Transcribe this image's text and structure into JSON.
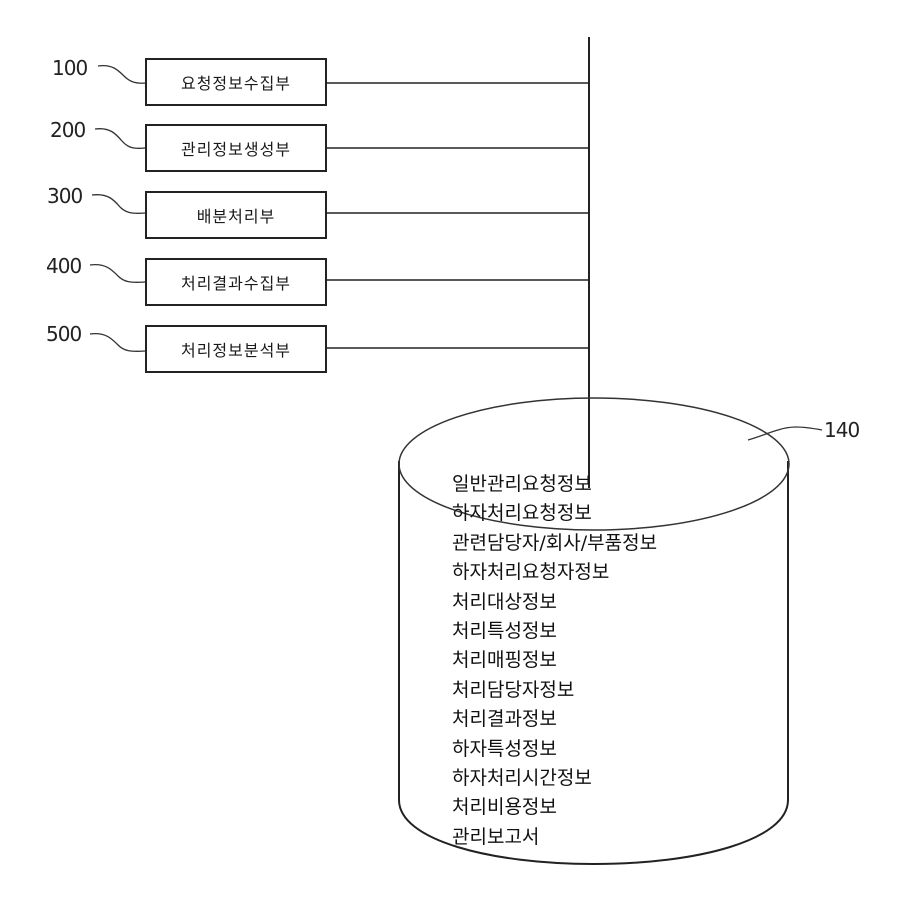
{
  "modules": [
    {
      "ref": "100",
      "label": "요청정보수집부"
    },
    {
      "ref": "200",
      "label": "관리정보생성부"
    },
    {
      "ref": "300",
      "label": "배분처리부"
    },
    {
      "ref": "400",
      "label": "처리결과수집부"
    },
    {
      "ref": "500",
      "label": "처리정보분석부"
    }
  ],
  "database": {
    "ref": "140",
    "items": [
      "일반관리요청정보",
      "하자처리요청정보",
      "관련담당자/회사/부품정보",
      "하자처리요청자정보",
      "처리대상정보",
      "처리특성정보",
      "처리매핑정보",
      "처리담당자정보",
      "처리결과정보",
      "하자특성정보",
      "하자처리시간정보",
      "처리비용정보",
      "관리보고서"
    ]
  }
}
